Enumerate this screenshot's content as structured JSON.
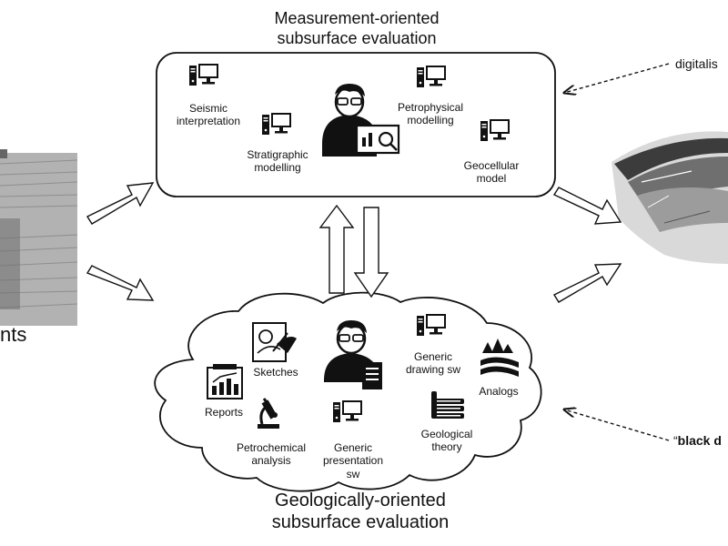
{
  "top_title": {
    "line1": "Measurement-oriented",
    "line2": "subsurface evaluation"
  },
  "bottom_title": {
    "line1": "Geologically-oriented",
    "line2": "subsurface evaluation"
  },
  "left_partial_text": "nts",
  "right_top_partial_text": "digitalis",
  "right_bottom_partial_text": {
    "quote": "“",
    "bold": "black d"
  },
  "measurement_items": [
    {
      "id": "seismic",
      "line1": "Seismic",
      "line2": "interpretation",
      "icon": "computer-icon"
    },
    {
      "id": "stratigraphic",
      "line1": "Stratigraphic",
      "line2": "modelling",
      "icon": "computer-icon"
    },
    {
      "id": "petrophysical",
      "line1": "Petrophysical",
      "line2": "modelling",
      "icon": "computer-icon"
    },
    {
      "id": "geocellular",
      "line1": "Geocellular",
      "line2": "model",
      "icon": "computer-icon"
    }
  ],
  "geological_items": [
    {
      "id": "sketches",
      "line1": "Sketches",
      "icon": "sketch-icon"
    },
    {
      "id": "reports",
      "line1": "Reports",
      "icon": "report-chart-icon"
    },
    {
      "id": "petrochemical",
      "line1": "Petrochemical",
      "line2": "analysis",
      "icon": "microscope-icon"
    },
    {
      "id": "presentation",
      "line1": "Generic",
      "line2": "presentation",
      "line3": "sw",
      "icon": "computer-icon"
    },
    {
      "id": "drawing",
      "line1": "Generic",
      "line2": "drawing sw",
      "icon": "computer-icon"
    },
    {
      "id": "analogs",
      "line1": "Analogs",
      "icon": "landscape-icon"
    },
    {
      "id": "theory",
      "line1": "Geological",
      "line2": "theory",
      "icon": "books-icon"
    }
  ]
}
